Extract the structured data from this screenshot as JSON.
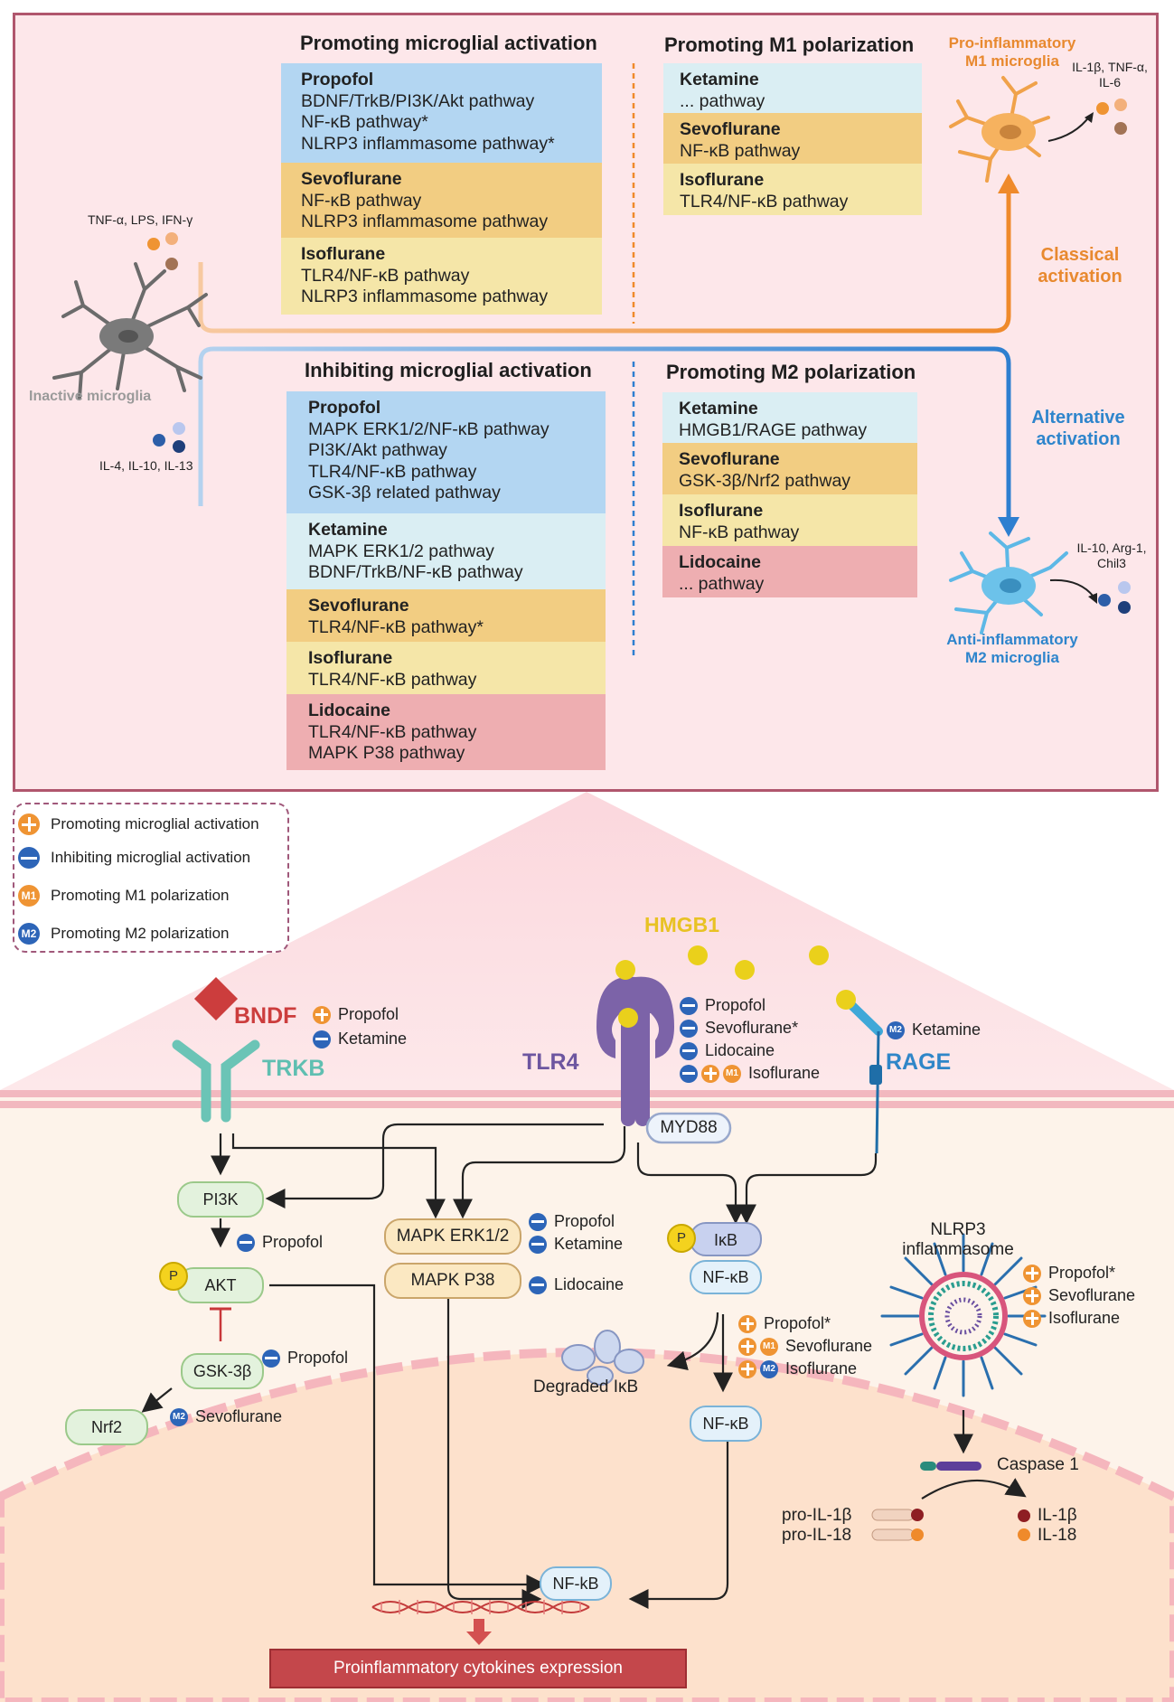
{
  "top_panel": {
    "promoting_activation": {
      "header": "Promoting microglial activation",
      "boxes": [
        {
          "drug": "Propofol",
          "lines": [
            "BDNF/TrkB/PI3K/Akt pathway",
            "NF-κB pathway*",
            "NLRP3 inflammasome pathway*"
          ]
        },
        {
          "drug": "Sevoflurane",
          "lines": [
            "NF-κB pathway",
            "NLRP3 inflammasome pathway"
          ]
        },
        {
          "drug": "Isoflurane",
          "lines": [
            "TLR4/NF-κB pathway",
            "NLRP3 inflammasome pathway"
          ]
        }
      ]
    },
    "promoting_m1": {
      "header": "Promoting M1 polarization",
      "boxes": [
        {
          "drug": "Ketamine",
          "lines": [
            "... pathway"
          ]
        },
        {
          "drug": "Sevoflurane",
          "lines": [
            "NF-κB pathway"
          ]
        },
        {
          "drug": "Isoflurane",
          "lines": [
            "TLR4/NF-κB pathway"
          ]
        }
      ]
    },
    "inhibiting_activation": {
      "header": "Inhibiting microglial activation",
      "boxes": [
        {
          "drug": "Propofol",
          "lines": [
            "MAPK ERK1/2/NF-κB pathway",
            "PI3K/Akt pathway",
            "TLR4/NF-κB pathway",
            "GSK-3β related pathway"
          ]
        },
        {
          "drug": "Ketamine",
          "lines": [
            "MAPK ERK1/2 pathway",
            "BDNF/TrkB/NF-κB pathway"
          ]
        },
        {
          "drug": "Sevoflurane",
          "lines": [
            "TLR4/NF-κB pathway*"
          ]
        },
        {
          "drug": "Isoflurane",
          "lines": [
            "TLR4/NF-κB pathway"
          ]
        },
        {
          "drug": "Lidocaine",
          "lines": [
            "TLR4/NF-κB pathway",
            "MAPK P38 pathway"
          ]
        }
      ]
    },
    "promoting_m2": {
      "header": "Promoting M2 polarization",
      "boxes": [
        {
          "drug": "Ketamine",
          "lines": [
            "HMGB1/RAGE pathway"
          ]
        },
        {
          "drug": "Sevoflurane",
          "lines": [
            "GSK-3β/Nrf2 pathway"
          ]
        },
        {
          "drug": "Isoflurane",
          "lines": [
            "NF-κB pathway"
          ]
        },
        {
          "drug": "Lidocaine",
          "lines": [
            "... pathway"
          ]
        }
      ]
    },
    "stimuli_m1": "TNF-α, LPS,  IFN-γ",
    "stimuli_m2": "IL-4, IL-10, IL-13",
    "inactive_label": "Inactive microglia",
    "classical_label_1": "Classical",
    "classical_label_2": "activation",
    "alternative_label_1": "Alternative",
    "alternative_label_2": "activation",
    "m1_label_1": "Pro-inflammatory",
    "m1_label_2": "M1 microglia",
    "m1_cytokines_1": "IL-1β, TNF-α,",
    "m1_cytokines_2": "IL-6",
    "m2_label_1": "Anti-inflammatory",
    "m2_label_2": "M2 microglia",
    "m2_cytokines_1": "IL-10, Arg-1,",
    "m2_cytokines_2": "Chil3"
  },
  "legend": [
    {
      "icon": "plus",
      "label": "Promoting microglial activation"
    },
    {
      "icon": "minus",
      "label": "Inhibiting microglial activation"
    },
    {
      "icon": "m1",
      "label": "Promoting M1 polarization"
    },
    {
      "icon": "m2",
      "label": "Promoting M2 polarization"
    }
  ],
  "icons": {
    "m1": "M1",
    "m2": "M2",
    "p": "P"
  },
  "pathway": {
    "bndf": "BNDF",
    "trkb": "TRKB",
    "tlr4": "TLR4",
    "hmgb1": "HMGB1",
    "rage": "RAGE",
    "myd88": "MYD88",
    "pi3k": "PI3K",
    "akt": "AKT",
    "gsk3b": "GSK-3β",
    "nrf2": "Nrf2",
    "mapk_erk": "MAPK ERK1/2",
    "mapk_p38": "MAPK P38",
    "ikb": "IκB",
    "nfkb_complex": "NF-κB",
    "nfkb_free": "NF-κB",
    "nfkb_nucleus": "NF-kB",
    "degraded_ikb": "Degraded IκB",
    "nlrp3_1": "NLRP3",
    "nlrp3_2": "inflammasome",
    "caspase": "Caspase 1",
    "pro_il1b": "pro-IL-1β",
    "pro_il18": "pro-IL-18",
    "il1b": "IL-1β",
    "il18": "IL-18",
    "output": "Proinflammatory cytokines expression",
    "bndf_drugs": [
      {
        "icon": "plus",
        "drug": "Propofol"
      },
      {
        "icon": "minus",
        "drug": "Ketamine"
      }
    ],
    "tlr4_drugs": [
      {
        "icons": [
          "minus"
        ],
        "drug": "Propofol"
      },
      {
        "icons": [
          "minus"
        ],
        "drug": "Sevoflurane*"
      },
      {
        "icons": [
          "minus"
        ],
        "drug": "Lidocaine"
      },
      {
        "icons": [
          "minus",
          "plus",
          "m1"
        ],
        "drug": "Isoflurane"
      }
    ],
    "rage_drug": {
      "icon": "m2",
      "drug": "Ketamine"
    },
    "pi3k_drug": {
      "icon": "minus",
      "drug": "Propofol"
    },
    "gsk_drug": {
      "icon": "minus",
      "drug": "Propofol"
    },
    "nrf2_drug": {
      "icon": "m2",
      "drug": "Sevoflurane"
    },
    "erk_drugs": [
      {
        "icon": "minus",
        "drug": "Propofol"
      },
      {
        "icon": "minus",
        "drug": "Ketamine"
      }
    ],
    "p38_drug": {
      "icon": "minus",
      "drug": "Lidocaine"
    },
    "nfkb_drugs": [
      {
        "icons": [
          "plus"
        ],
        "drug": "Propofol*"
      },
      {
        "icons": [
          "plus",
          "m1"
        ],
        "drug": "Sevoflurane"
      },
      {
        "icons": [
          "plus",
          "m2"
        ],
        "drug": "Isoflurane"
      }
    ],
    "nlrp3_drugs": [
      {
        "icon": "plus",
        "drug": "Propofol*"
      },
      {
        "icon": "plus",
        "drug": "Sevoflurane"
      },
      {
        "icon": "plus",
        "drug": "Isoflurane"
      }
    ]
  }
}
